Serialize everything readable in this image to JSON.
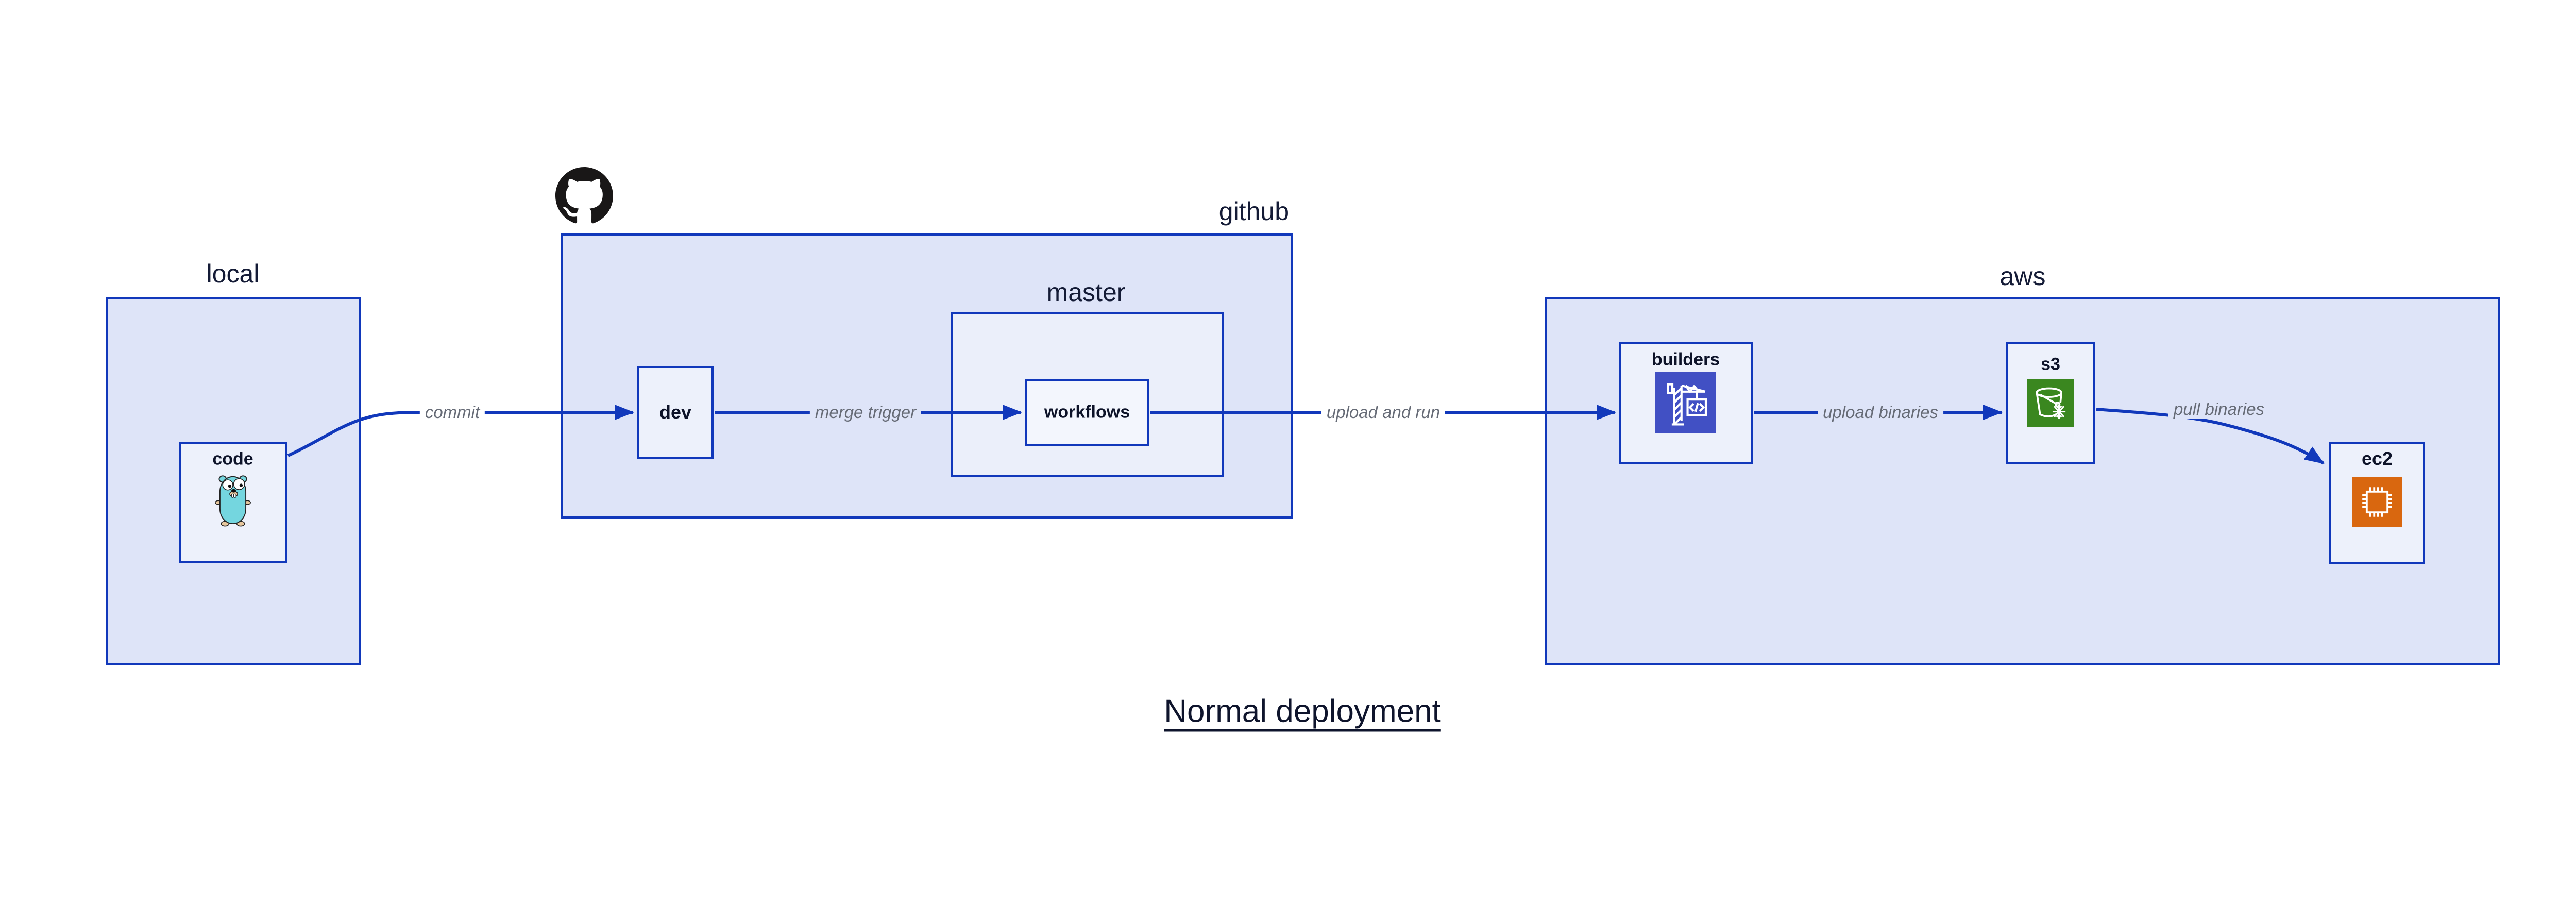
{
  "diagram": {
    "title": "Normal deployment",
    "groups": [
      {
        "id": "local",
        "label": "local"
      },
      {
        "id": "github",
        "label": "github",
        "logo_icon": "github-octocat-icon"
      },
      {
        "id": "master",
        "label": "master"
      },
      {
        "id": "aws",
        "label": "aws"
      }
    ],
    "nodes": [
      {
        "id": "code",
        "label": "code",
        "icon": "go-gopher-icon",
        "icon_color": "#74d6df"
      },
      {
        "id": "dev",
        "label": "dev"
      },
      {
        "id": "workflows",
        "label": "workflows"
      },
      {
        "id": "builders",
        "label": "builders",
        "icon": "codebuild-crane-icon",
        "icon_color": "#4150c4"
      },
      {
        "id": "s3",
        "label": "s3",
        "icon": "s3-glacier-bucket-icon",
        "icon_color": "#3a871f"
      },
      {
        "id": "ec2",
        "label": "ec2",
        "icon": "ec2-chip-icon",
        "icon_color": "#d9670f"
      }
    ],
    "edges": [
      {
        "from": "code",
        "to": "dev",
        "label": "commit"
      },
      {
        "from": "dev",
        "to": "workflows",
        "label": "merge trigger"
      },
      {
        "from": "workflows",
        "to": "builders",
        "label": "upload and run"
      },
      {
        "from": "builders",
        "to": "s3",
        "label": "upload binaries"
      },
      {
        "from": "s3",
        "to": "ec2",
        "label": "pull binaries"
      }
    ],
    "colors": {
      "border_and_arrows": "#1138bb",
      "container_fill": "#dee4f8",
      "master_fill": "#ebeffa",
      "node_fill": "#edf1fb",
      "edge_label_text": "#666b76",
      "group_label_text": "#141b36",
      "node_label_text": "#0d1329",
      "title_text": "#0e142c",
      "octocat": "#191717"
    }
  }
}
